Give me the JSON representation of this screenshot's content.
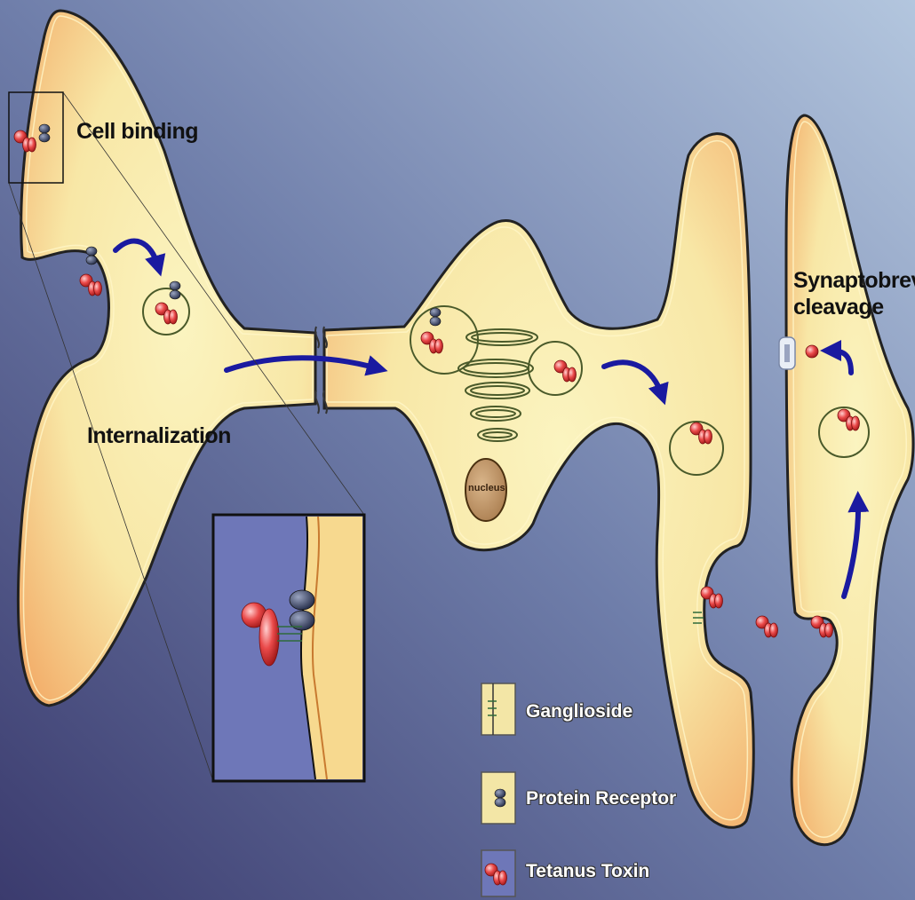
{
  "labels": {
    "cell_binding": "Cell binding",
    "internalization": "Internalization",
    "synaptobrevin": "Synaptobrevin",
    "cleavage": "cleavage",
    "nucleus": "nucleus"
  },
  "legend": {
    "ganglioside": "Ganglioside",
    "protein_receptor": "Protein Receptor",
    "tetanus_toxin": "Tetanus Toxin"
  },
  "colors": {
    "background_dark": "#3b3b6e",
    "background_light": "#a8bedc",
    "cell_fill": "#f8ecae",
    "cell_edge": "#f2a868",
    "toxin": "#e23a3a",
    "receptor": "#3c4868",
    "arrow": "#1a1aa0"
  }
}
